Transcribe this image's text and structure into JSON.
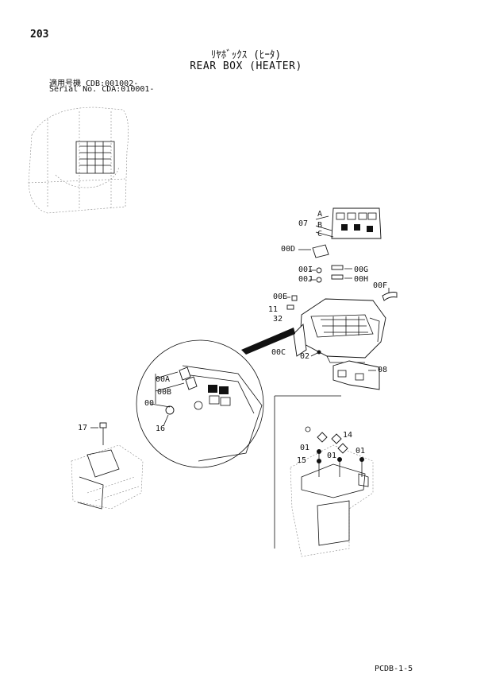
{
  "header": {
    "page_number": "203",
    "title_jp": "ﾘﾔﾎﾞｯｸｽ (ﾋｰﾀ)",
    "title_en": "REAR BOX (HEATER)",
    "serial_line_1": "適用号機  CDB:001002-",
    "serial_line_2": "Serial No. CDA:010001-"
  },
  "callouts": {
    "c07": "07",
    "cA": "A",
    "cB": "B",
    "cC": "C",
    "c00D": "00D",
    "c00I": "00I",
    "c00J": "00J",
    "c00G": "00G",
    "c00H": "00H",
    "c00F": "00F",
    "c00E": "00E",
    "c11": "11",
    "c32": "32",
    "c00C": "00C",
    "c02": "02",
    "c08": "08",
    "c00A": "00A",
    "c00B": "00B",
    "c00": "00",
    "c16": "16",
    "c17": "17",
    "c14": "14",
    "c01a": "01",
    "c01b": "01",
    "c01c": "01",
    "c15": "15"
  },
  "footer": {
    "code": "PCDB-1-5"
  }
}
